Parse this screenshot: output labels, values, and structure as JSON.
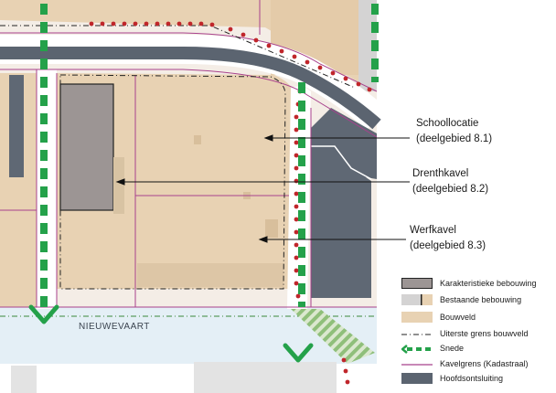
{
  "colors": {
    "bouwveld": "#e8d2b3",
    "karakteristiek": "#9c9594",
    "bestaand": "#d4d3d3",
    "hoofdontsluiting": "#5b6470",
    "snede": "#24a14a",
    "kavelgrens": "#a8418c",
    "route_dots": "#c0262b",
    "water": "#e4eff6"
  },
  "callouts": [
    {
      "title": "Schoollocatie",
      "subtitle": "(deelgebied 8.1)"
    },
    {
      "title": "Drenthkavel",
      "subtitle": "(deelgebied 8.2)"
    },
    {
      "title": "Werfkavel",
      "subtitle": "(deelgebied 8.3)"
    }
  ],
  "street_label": "NIEUWEVAART",
  "legend": [
    {
      "label": "Karakteristieke bebouwing",
      "icon": "karakteristieke-bebouwing-swatch"
    },
    {
      "label": "Bestaande bebouwing",
      "icon": "bestaande-bebouwing-swatch"
    },
    {
      "label": "Bouwveld",
      "icon": "bouwveld-swatch"
    },
    {
      "label": "Uiterste grens bouwveld",
      "icon": "dash-dot-line-icon"
    },
    {
      "label": "Snede",
      "icon": "green-dashed-arrow-icon"
    },
    {
      "label": "Kavelgrens (Kadastraal)",
      "icon": "purple-line-icon"
    },
    {
      "label": "Hoofdsontsluiting",
      "icon": "dark-grey-bar-swatch"
    }
  ]
}
